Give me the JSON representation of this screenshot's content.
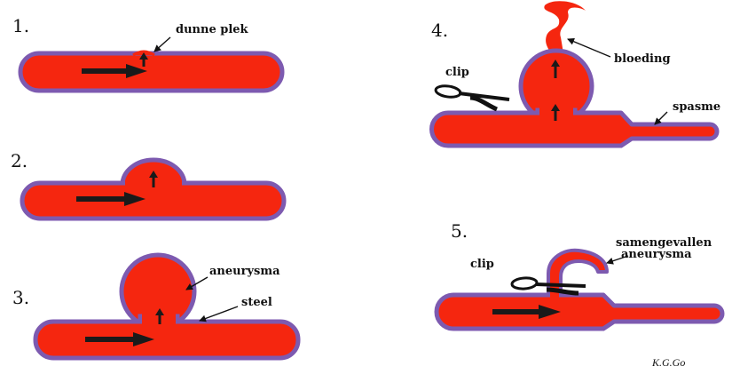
{
  "colors": {
    "vessel_fill": "#f5260f",
    "vessel_border": "#7d5ab0",
    "arrow": "#1a1a1a",
    "clip": "#111111"
  },
  "panels": [
    {
      "number": "1.",
      "labels": {
        "thin_spot": "dunne plek"
      }
    },
    {
      "number": "2.",
      "labels": {}
    },
    {
      "number": "3.",
      "labels": {
        "aneurysm": "aneurysma",
        "stalk": "steel"
      }
    },
    {
      "number": "4.",
      "labels": {
        "clip": "clip",
        "bleeding": "bloeding",
        "spasm": "spasme"
      }
    },
    {
      "number": "5.",
      "labels": {
        "clip": "clip",
        "collapsed_line1": "samengevallen",
        "collapsed_line2": "aneurysma"
      }
    }
  ],
  "credit": "K.G.Go"
}
